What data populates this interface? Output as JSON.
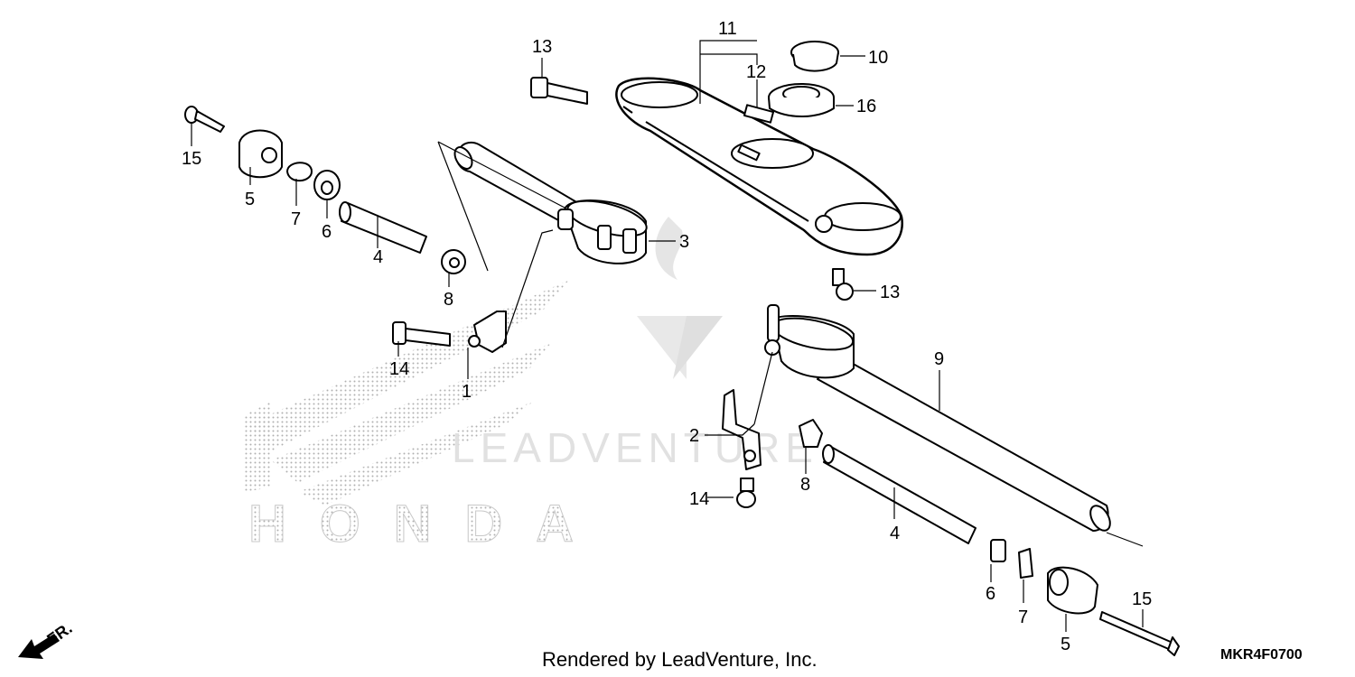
{
  "diagram": {
    "callouts": {
      "c1": "1",
      "c2": "2",
      "c3": "3",
      "c4a": "4",
      "c4b": "4",
      "c5a": "5",
      "c5b": "5",
      "c6a": "6",
      "c6b": "6",
      "c7a": "7",
      "c7b": "7",
      "c8a": "8",
      "c8b": "8",
      "c9": "9",
      "c10": "10",
      "c11": "11",
      "c12": "12",
      "c13a": "13",
      "c13b": "13",
      "c14a": "14",
      "c14b": "14",
      "c15a": "15",
      "c15b": "15",
      "c16": "16"
    },
    "direction_label": "FR.",
    "watermark_brand": "HONDA",
    "watermark_text": "LEADVENTURE"
  },
  "footer": {
    "rendered_by": "Rendered by LeadVenture, Inc.",
    "diagram_code": "MKR4F0700"
  },
  "colors": {
    "line": "#000000",
    "watermark": "#d9d9d9",
    "dots": "#b0b0b0"
  }
}
